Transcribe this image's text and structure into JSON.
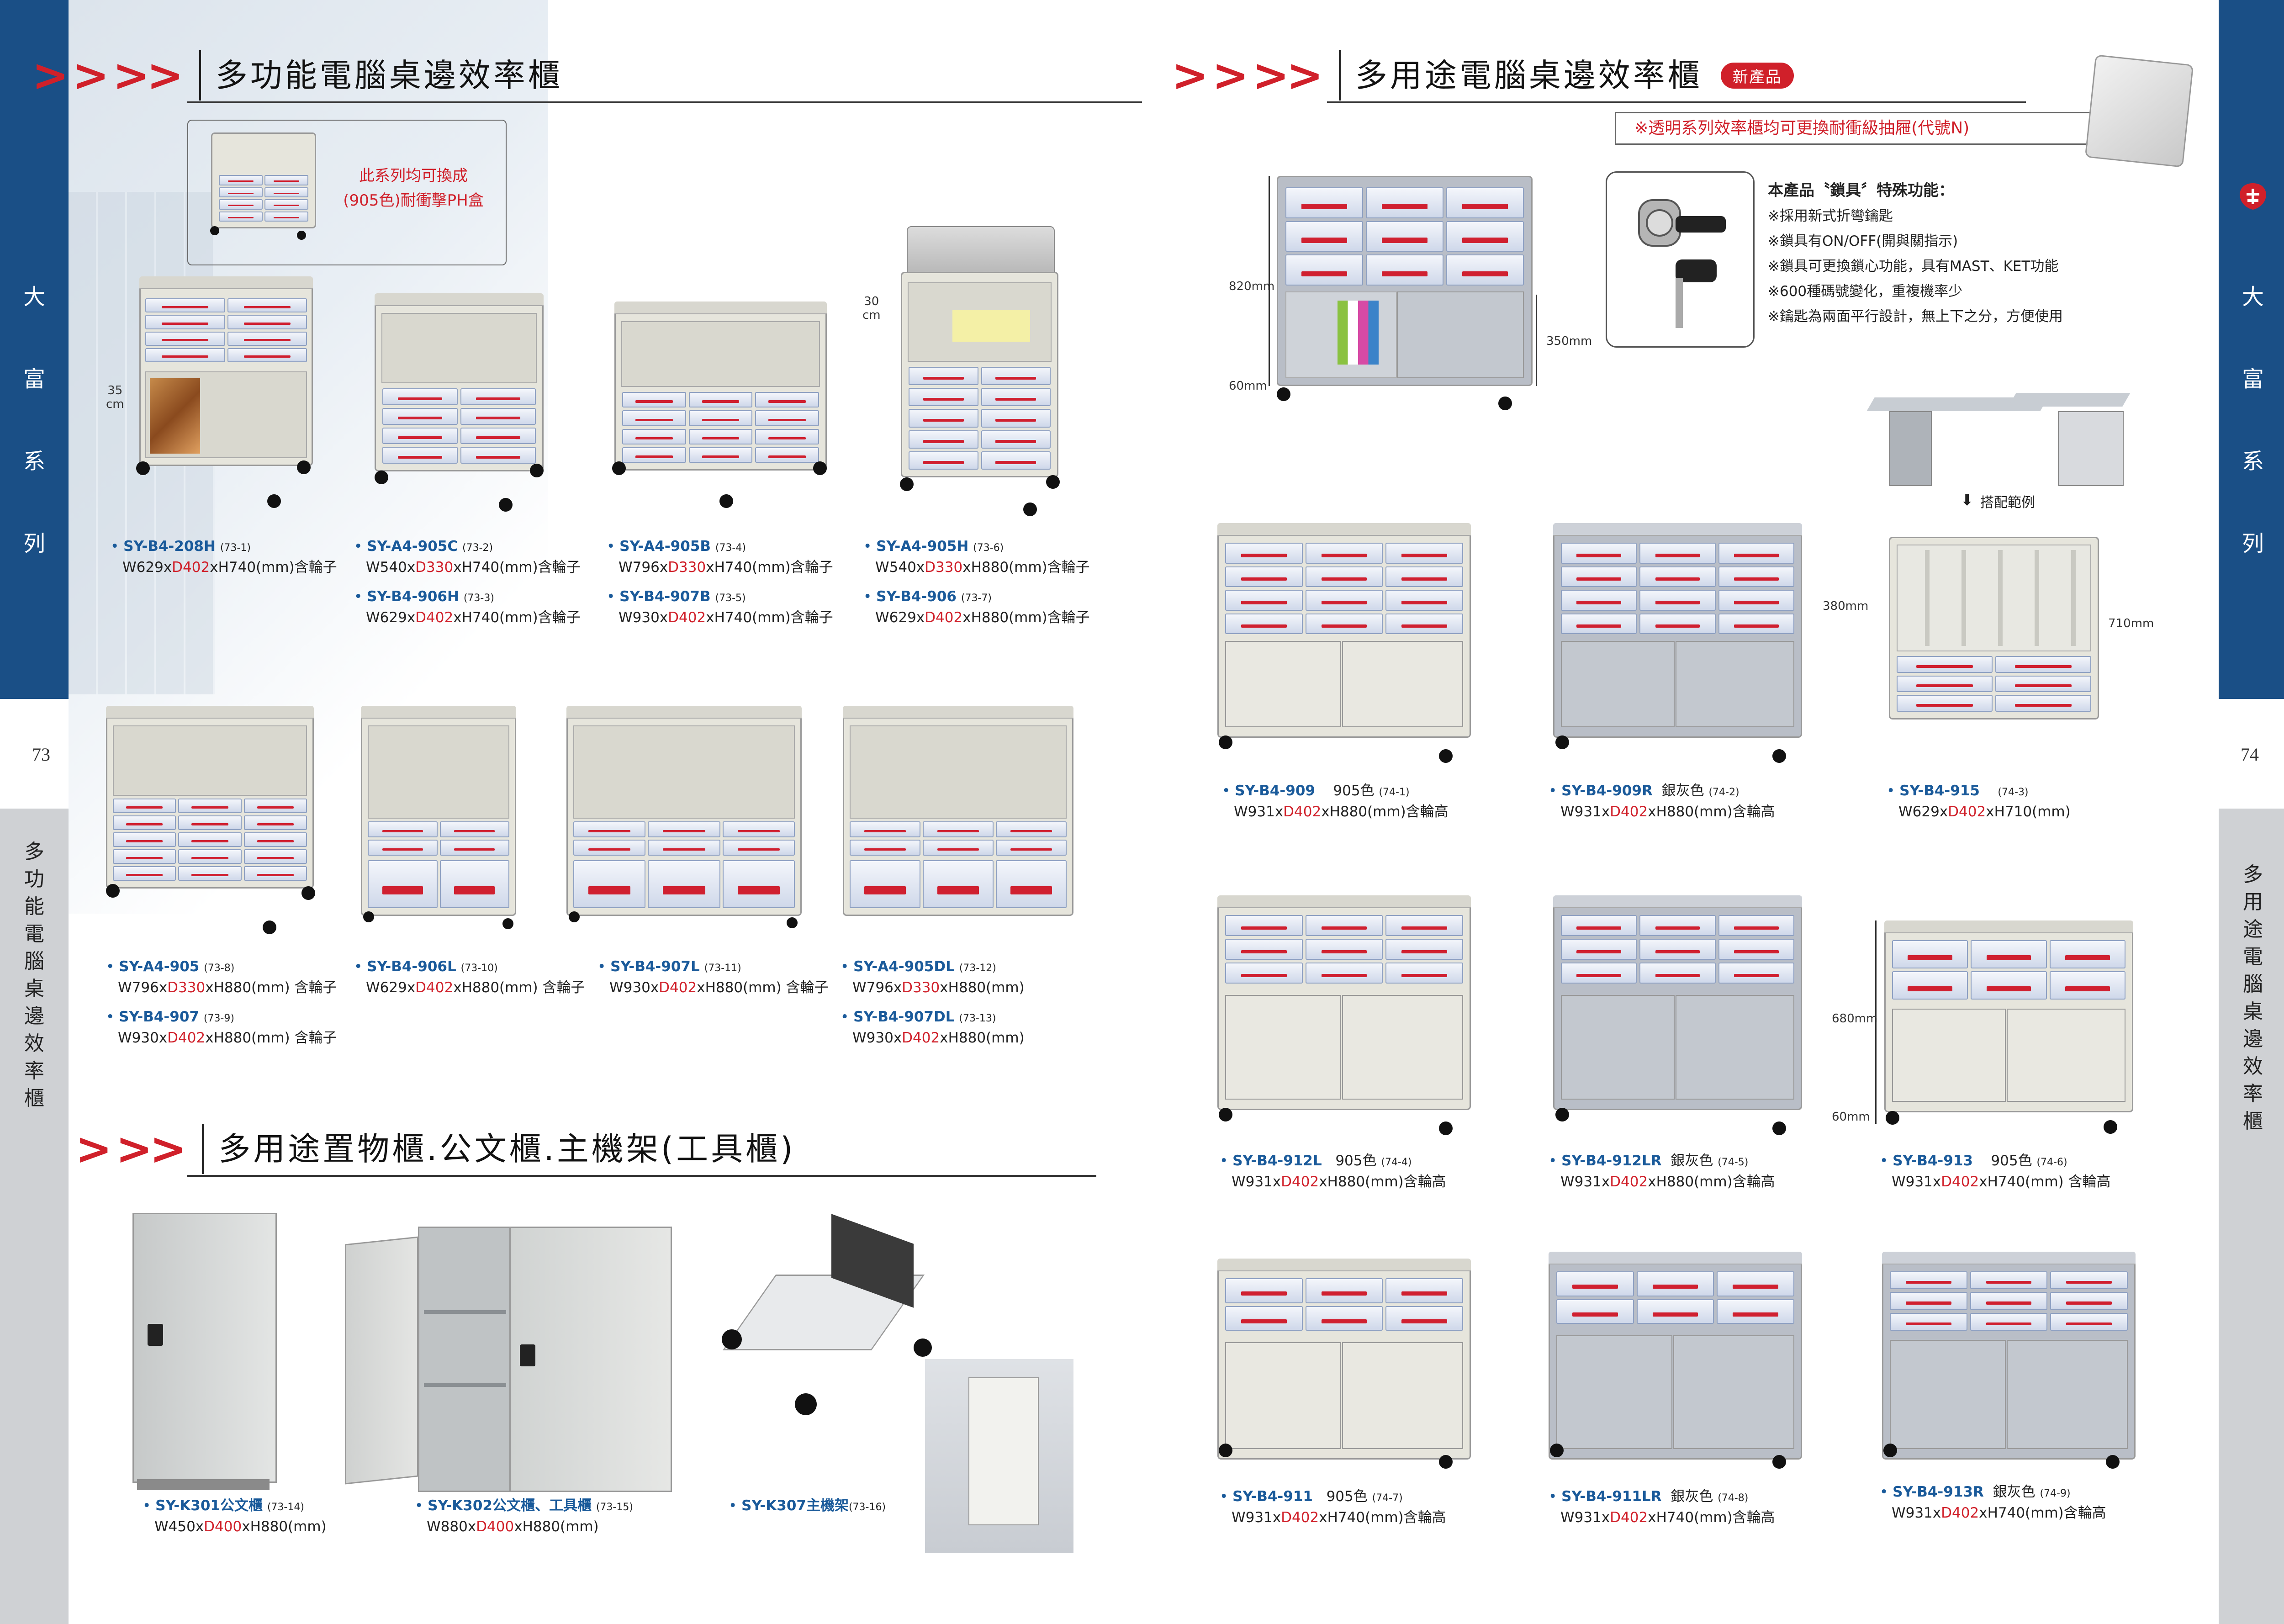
{
  "side": {
    "left_brand": [
      "大",
      "富",
      "系",
      "列"
    ],
    "left_section": [
      "多",
      "功",
      "能",
      "電",
      "腦",
      "桌",
      "邊",
      "效",
      "率",
      "櫃"
    ],
    "right_brand": [
      "大",
      "富",
      "系",
      "列"
    ],
    "right_section": [
      "多",
      "用",
      "途",
      "電",
      "腦",
      "桌",
      "邊",
      "效",
      "率",
      "櫃"
    ],
    "page_left": "73",
    "page_right": "74"
  },
  "headings": {
    "h1": "多功能電腦桌邊效率櫃",
    "h2": "多用途置物櫃.公文櫃.主機架(工具櫃)",
    "h3": "多用途電腦桌邊效率櫃",
    "new_badge": "新產品"
  },
  "notes": {
    "ph_box_line1": "此系列均可換成",
    "ph_box_line2": "(905色)耐衝擊PH盒",
    "ribbon": "※透明系列效率櫃均可更換耐衝級抽屜(代號N)",
    "lock_title": "本產品〝鎖具〞特殊功能：",
    "lock_features": [
      "※採用新式折彎鑰匙",
      "※鎖具有ON/OFF(開與關指示)",
      "※鎖具可更換鎖心功能，具有MAST、KET功能",
      "※600種碼號變化，重複機率少",
      "※鑰匙為兩面平行設計，無上下之分，方便使用"
    ],
    "match": "搭配範例"
  },
  "dims": {
    "d35": "35",
    "cm": "cm",
    "d30": "30",
    "d820": "820mm",
    "d60a": "60mm",
    "d350": "350mm",
    "d380": "380mm",
    "d710": "710mm",
    "d680": "680mm",
    "d60b": "60mm"
  },
  "products": {
    "p208h": {
      "model": "SY-B4-208H",
      "code": "(73-1)",
      "pre": "W629x",
      "d": "D402",
      "post": "xH740(mm)含輪子"
    },
    "p905c": {
      "model": "SY-A4-905C",
      "code": "(73-2)",
      "pre": "W540x",
      "d": "D330",
      "post": "xH740(mm)含輪子"
    },
    "p906h": {
      "model": "SY-B4-906H",
      "code": "(73-3)",
      "pre": "W629x",
      "d": "D402",
      "post": "xH740(mm)含輪子"
    },
    "p905b": {
      "model": "SY-A4-905B",
      "code": "(73-4)",
      "pre": "W796x",
      "d": "D330",
      "post": "xH740(mm)含輪子"
    },
    "p907b": {
      "model": "SY-B4-907B",
      "code": "(73-5)",
      "pre": "W930x",
      "d": "D402",
      "post": "xH740(mm)含輪子"
    },
    "p905h": {
      "model": "SY-A4-905H",
      "code": "(73-6)",
      "pre": "W540x",
      "d": "D330",
      "post": "xH880(mm)含輪子"
    },
    "p906": {
      "model": "SY-B4-906",
      "code": "(73-7)",
      "pre": "W629x",
      "d": "D402",
      "post": "xH880(mm)含輪子"
    },
    "p905": {
      "model": "SY-A4-905",
      "code": "(73-8)",
      "pre": "W796x",
      "d": "D330",
      "post": "xH880(mm) 含輪子"
    },
    "p907": {
      "model": "SY-B4-907",
      "code": "(73-9)",
      "pre": "W930x",
      "d": "D402",
      "post": "xH880(mm) 含輪子"
    },
    "p906l": {
      "model": "SY-B4-906L",
      "code": "(73-10)",
      "pre": "W629x",
      "d": "D402",
      "post": "xH880(mm) 含輪子"
    },
    "p907l": {
      "model": "SY-B4-907L",
      "code": "(73-11)",
      "pre": "W930x",
      "d": "D402",
      "post": "xH880(mm) 含輪子"
    },
    "p905dl": {
      "model": "SY-A4-905DL",
      "code": "(73-12)",
      "pre": "W796x",
      "d": "D330",
      "post": "xH880(mm)"
    },
    "p907dl": {
      "model": "SY-B4-907DL",
      "code": "(73-13)",
      "pre": "W930x",
      "d": "D402",
      "post": "xH880(mm)"
    },
    "k301": {
      "model": "SY-K301",
      "name": "公文櫃",
      "code": "(73-14)",
      "pre": "W450x",
      "d": "D400",
      "post": "xH880(mm)"
    },
    "k302": {
      "model": "SY-K302",
      "name": "公文櫃、工具櫃",
      "code": "(73-15)",
      "pre": "W880x",
      "d": "D400",
      "post": "xH880(mm)"
    },
    "k307": {
      "model": "SY-K307",
      "name": "主機架",
      "code": "(73-16)"
    },
    "b909": {
      "model": "SY-B4-909",
      "color": "905色",
      "code": "(74-1)",
      "pre": "W931x",
      "d": "D402",
      "post": "xH880(mm)含輪高"
    },
    "b909r": {
      "model": "SY-B4-909R",
      "color": "銀灰色",
      "code": "(74-2)",
      "pre": "W931x",
      "d": "D402",
      "post": "xH880(mm)含輪高"
    },
    "b915": {
      "model": "SY-B4-915",
      "color": "",
      "code": "(74-3)",
      "pre": "W629x",
      "d": "D402",
      "post": "xH710(mm)"
    },
    "b912l": {
      "model": "SY-B4-912L",
      "color": "905色",
      "code": "(74-4)",
      "pre": "W931x",
      "d": "D402",
      "post": "xH880(mm)含輪高"
    },
    "b912lr": {
      "model": "SY-B4-912LR",
      "color": "銀灰色",
      "code": "(74-5)",
      "pre": "W931x",
      "d": "D402",
      "post": "xH880(mm)含輪高"
    },
    "b913": {
      "model": "SY-B4-913",
      "color": "905色",
      "code": "(74-6)",
      "pre": "W931x",
      "d": "D402",
      "post": "xH740(mm) 含輪高"
    },
    "b911": {
      "model": "SY-B4-911",
      "color": "905色",
      "code": "(74-7)",
      "pre": "W931x",
      "d": "D402",
      "post": "xH740(mm)含輪高"
    },
    "b911lr": {
      "model": "SY-B4-911LR",
      "color": "銀灰色",
      "code": "(74-8)",
      "pre": "W931x",
      "d": "D402",
      "post": "xH740(mm)含輪高"
    },
    "b913r": {
      "model": "SY-B4-913R",
      "color": "銀灰色",
      "code": "(74-9)",
      "pre": "W931x",
      "d": "D402",
      "post": "xH740(mm)含輪高"
    }
  },
  "colors": {
    "accent_red": "#d0202a",
    "brand_blue": "#1a4f86",
    "model_blue": "#1a5a9a"
  }
}
